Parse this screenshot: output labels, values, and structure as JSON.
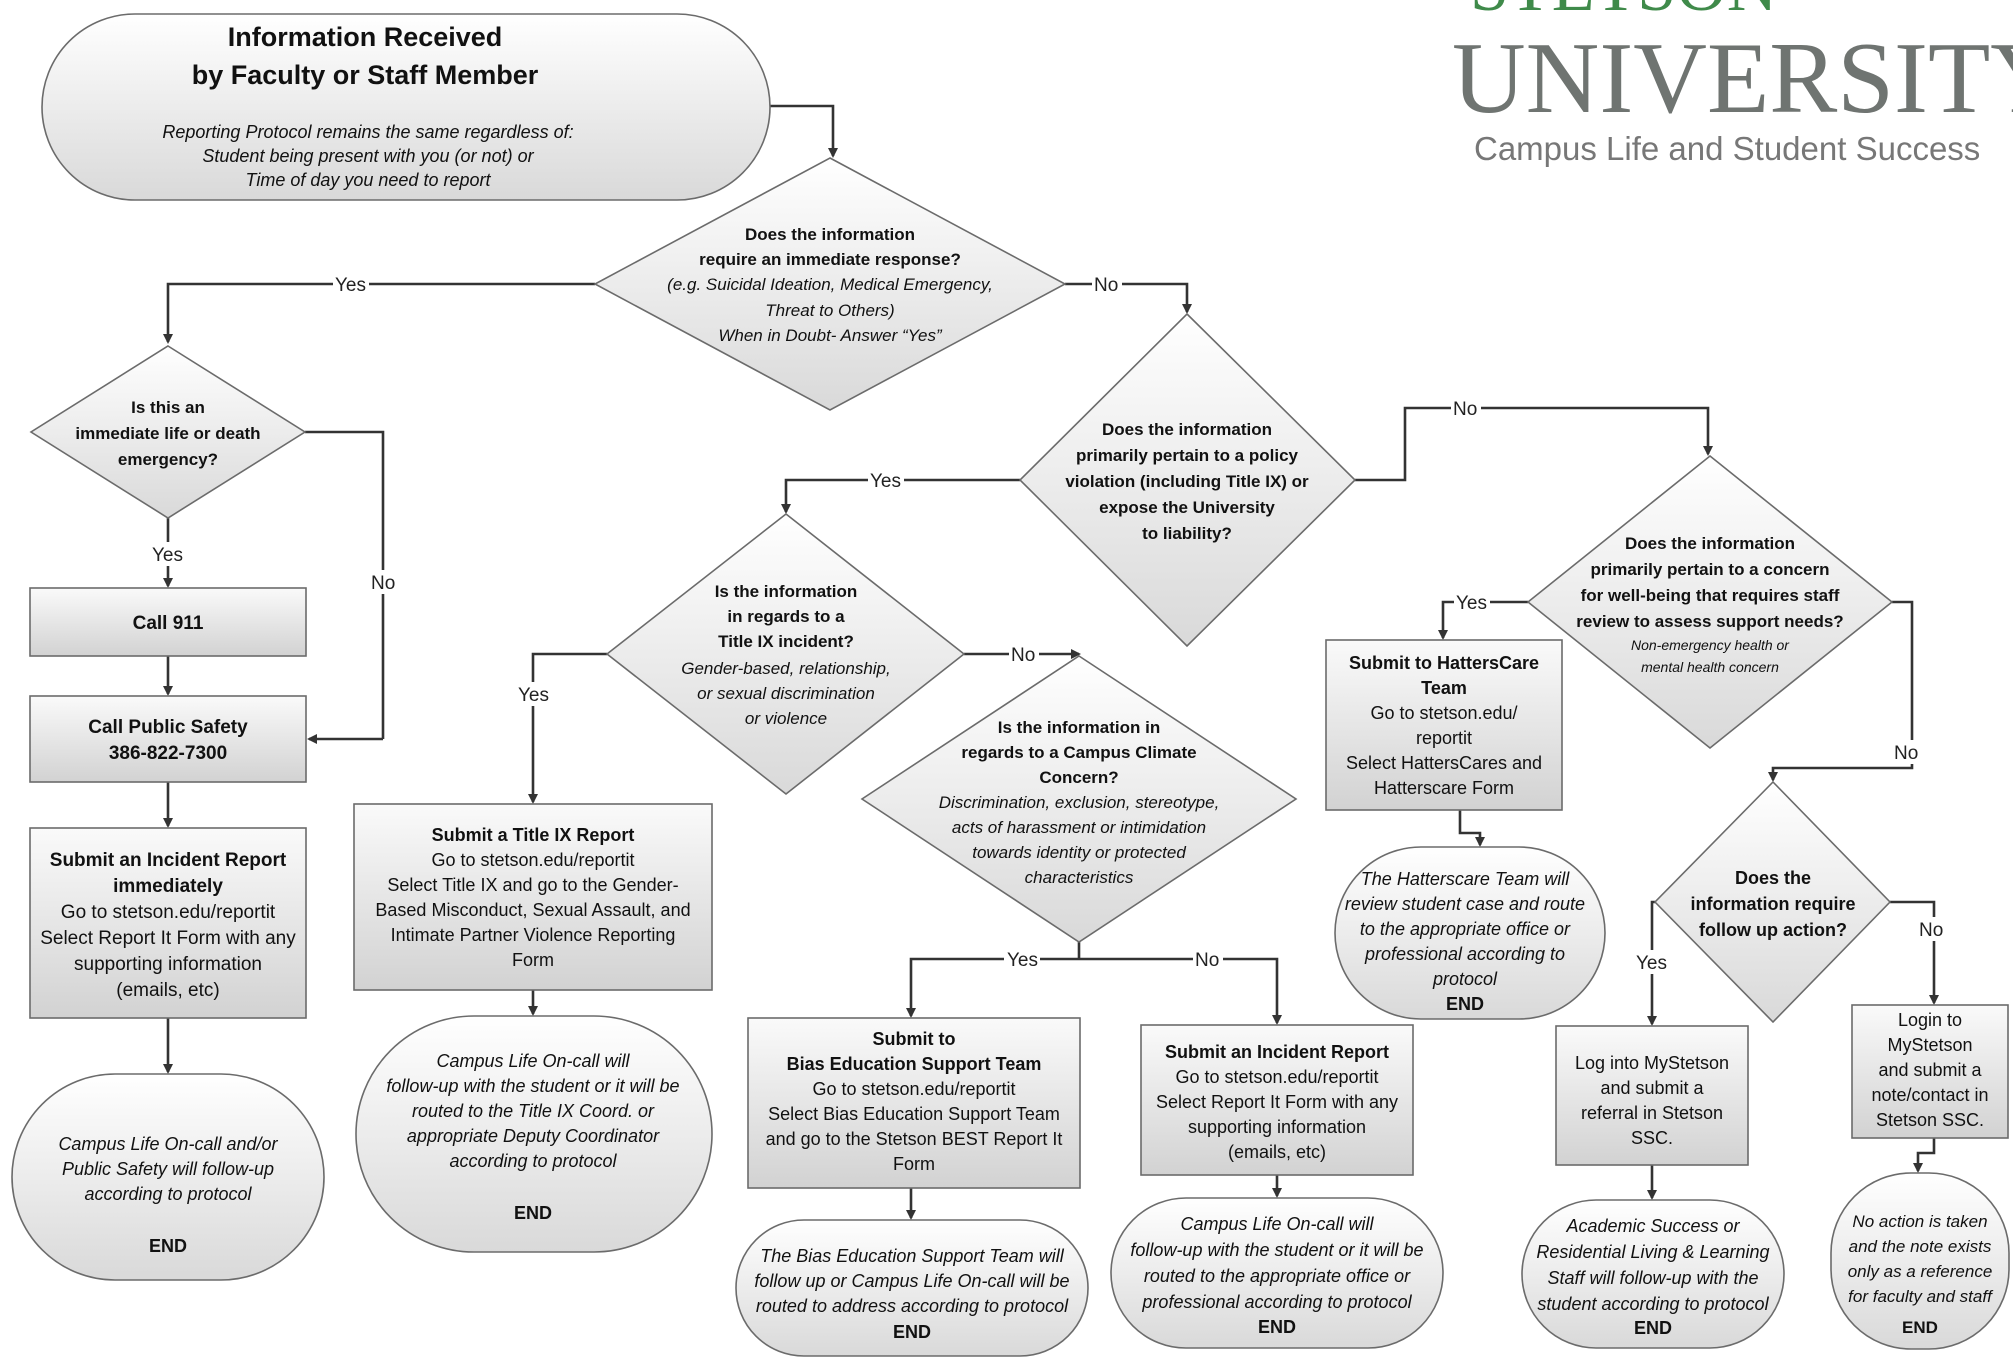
{
  "logo": {
    "top": "STETSON",
    "university": "UNIVERSITY",
    "subtitle": "Campus Life and Student Success"
  },
  "start": {
    "title1": "Information Received",
    "title2": "by Faculty or Staff Member",
    "note1": "Reporting Protocol remains the same regardless of:",
    "note2": "Student being present with you (or not) or",
    "note3": "Time of day you need to report"
  },
  "d_immediate": {
    "l1": "Does the information",
    "l2": "require an immediate response?",
    "l3": "(e.g. Suicidal Ideation, Medical Emergency,",
    "l4": "Threat to Others)",
    "l5": "When in Doubt- Answer “Yes”"
  },
  "d_lifedeath": {
    "l1": "Is this an",
    "l2": "immediate life or death",
    "l3": "emergency?"
  },
  "call911": "Call 911",
  "publicsafety": {
    "l1": "Call Public Safety",
    "l2": "386-822-7300"
  },
  "incident_immediate": {
    "l1": "Submit an Incident Report",
    "l2": "immediately",
    "l3": "Go to stetson.edu/reportit",
    "l4": "Select Report It Form with any",
    "l5": "supporting information",
    "l6": "(emails, etc)"
  },
  "end_left": {
    "l1": "Campus Life On-call and/or",
    "l2": "Public Safety will follow-up",
    "l3": "according to protocol",
    "end": "END"
  },
  "d_policy": {
    "l1": "Does the information",
    "l2": "primarily pertain to a policy",
    "l3": "violation (including Title IX) or",
    "l4": "expose the University",
    "l5": "to liability?"
  },
  "d_title9": {
    "l1": "Is the information",
    "l2": "in regards to a",
    "l3": "Title IX incident?",
    "l4": "Gender-based, relationship,",
    "l5": "or sexual discrimination",
    "l6": "or violence"
  },
  "title9_report": {
    "l1": "Submit a Title IX Report",
    "l2": "Go to stetson.edu/reportit",
    "l3": "Select Title IX and go to the Gender-",
    "l4": "Based Misconduct, Sexual Assault, and",
    "l5": "Intimate Partner Violence  Reporting",
    "l6": "Form"
  },
  "end_title9": {
    "l1": "Campus Life On-call will",
    "l2": "follow-up with the student or it will be",
    "l3": "routed to the Title IX Coord. or",
    "l4": "appropriate Deputy Coordinator",
    "l5": "according to protocol",
    "end": "END"
  },
  "d_climate": {
    "l1": "Is the information in",
    "l2": "regards to a Campus Climate",
    "l3": "Concern?",
    "l4": "Discrimination, exclusion, stereotype,",
    "l5": "acts of harassment or intimidation",
    "l6": "towards identity or protected",
    "l7": "characteristics"
  },
  "bias_report": {
    "l1": "Submit to",
    "l2": "Bias Education Support Team",
    "l3": "Go to stetson.edu/reportit",
    "l4": "Select Bias Education Support Team",
    "l5": "and go to the Stetson BEST Report It",
    "l6": "Form"
  },
  "end_bias": {
    "l1": "The Bias Education Support Team will",
    "l2": "follow up or Campus Life On-call will be",
    "l3": "routed to address according to protocol",
    "end": "END"
  },
  "incident_report": {
    "l1": "Submit an Incident Report",
    "l2": "Go to stetson.edu/reportit",
    "l3": "Select Report It Form with any",
    "l4": "supporting information",
    "l5": "(emails, etc)"
  },
  "end_incident": {
    "l1": "Campus Life On-call will",
    "l2": "follow-up with the student or it will be",
    "l3": "routed to the appropriate office or",
    "l4": "professional according to protocol",
    "end": "END"
  },
  "d_wellbeing": {
    "l1": "Does the information",
    "l2": "primarily pertain to a concern",
    "l3": "for well-being that requires staff",
    "l4": "review to assess support needs?",
    "l5": "Non-emergency health or",
    "l6": "mental health concern"
  },
  "hatterscare": {
    "l1": "Submit to HattersCare",
    "l2": "Team",
    "l3": "Go to stetson.edu/",
    "l4": "reportit",
    "l5": "Select HattersCares and",
    "l6": "Hatterscare Form"
  },
  "end_hatterscare": {
    "l1": "The Hatterscare Team will",
    "l2": "review student case and route",
    "l3": "to the appropriate office or",
    "l4": "professional according to",
    "l5": "protocol",
    "end": "END"
  },
  "d_followup": {
    "l1": "Does the",
    "l2": "information require",
    "l3": "follow up action?"
  },
  "mystetson_referral": {
    "l1": "Log into MyStetson",
    "l2": "and submit a",
    "l3": "referral in Stetson",
    "l4": "SSC."
  },
  "end_academic": {
    "l1": "Academic Success or",
    "l2": "Residential Living & Learning",
    "l3": "Staff will follow-up with the",
    "l4": "student according to protocol",
    "end": "END"
  },
  "mystetson_note": {
    "l1": "Login to",
    "l2": "MyStetson",
    "l3": "and submit a",
    "l4": "note/contact in",
    "l5": "Stetson SSC."
  },
  "end_noaction": {
    "l1": "No action is taken",
    "l2": "and the note exists",
    "l3": "only as a reference",
    "l4": "for faculty and staff",
    "end": "END"
  },
  "labels": {
    "yes": "Yes",
    "no": "No"
  },
  "colors": {
    "shape_fill_top": "#ffffff",
    "shape_fill_bottom": "#dcdcdc",
    "connector": "#333333",
    "logo_green": "#3f8a4a",
    "logo_gray": "#6f7471"
  }
}
